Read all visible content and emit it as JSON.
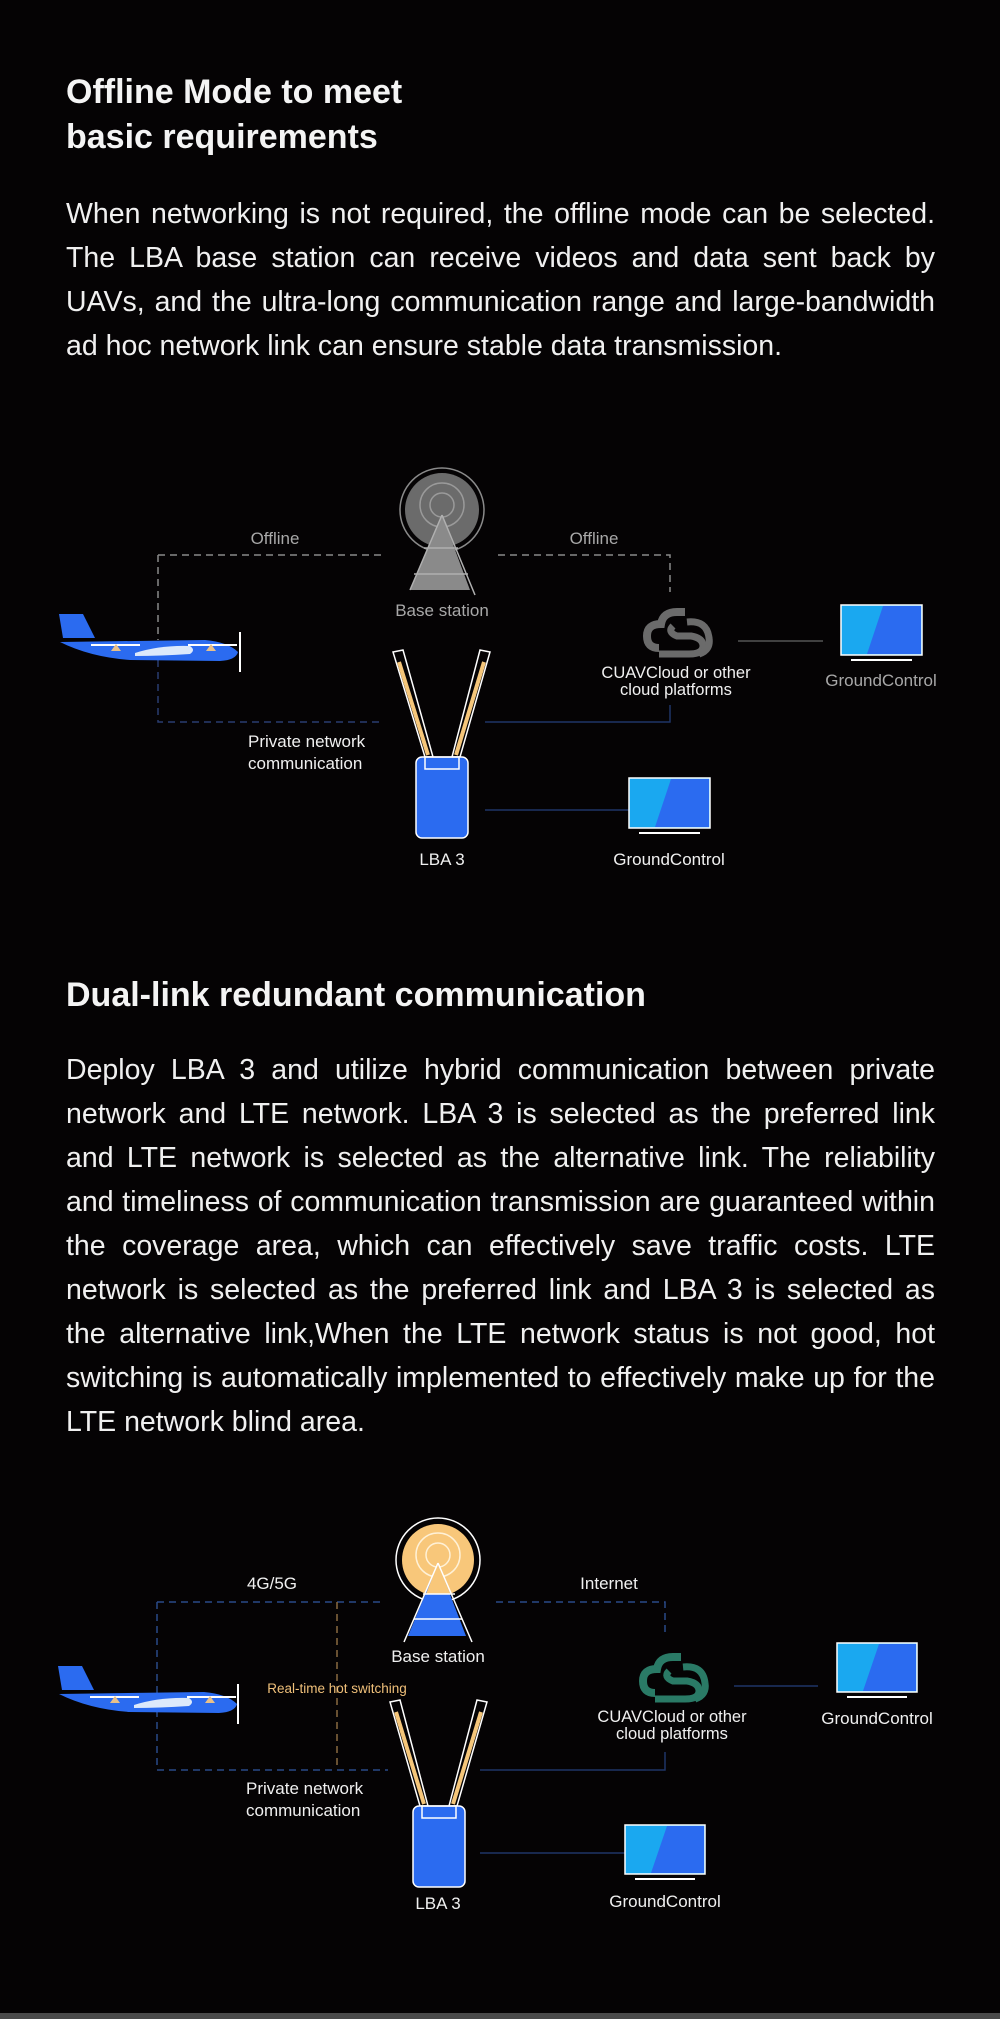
{
  "section1": {
    "title_line1": "Offline Mode to meet",
    "title_line2": "basic requirements",
    "body": "When networking is not required, the offline mode can be selected. The LBA base station can receive videos and data sent back by UAVs, and the ultra-long communication range and large-bandwidth ad hoc network link can ensure stable data transmission.",
    "diagram": {
      "link_left_label": "Offline",
      "link_right_label": "Offline",
      "base_station_label": "Base station",
      "private_network_label_line1": "Private network",
      "private_network_label_line2": "communication",
      "device_label": "LBA 3",
      "cloud_label_line1": "CUAVCloud or other",
      "cloud_label_line2": "cloud platforms",
      "gcs_right_label": "GroundControl",
      "gcs_bottom_label": "GroundControl",
      "base_station_color": "#6b6b6b",
      "cloud_color": "#6b6b6b"
    }
  },
  "section2": {
    "title": "Dual-link redundant communication",
    "body": "Deploy LBA 3 and utilize hybrid communication between private network and LTE network. LBA 3 is selected as the preferred link and LTE network is selected as the alternative link. The reliability and timeliness of communication transmission are guaranteed within the coverage area, which can effectively save traffic costs. LTE network is selected as the preferred link and LBA 3 is selected as the alternative link,When the LTE network status is not good, hot switching is automatically implemented to effectively make up for the LTE network blind area.",
    "diagram": {
      "link_left_label": "4G/5G",
      "link_right_label": "Internet",
      "hot_switch_label": "Real-time hot switching",
      "base_station_label": "Base station",
      "private_network_label_line1": "Private network",
      "private_network_label_line2": "communication",
      "device_label": "LBA 3",
      "cloud_label_line1": "CUAVCloud or other",
      "cloud_label_line2": "cloud platforms",
      "gcs_right_label": "GroundControl",
      "gcs_bottom_label": "GroundControl",
      "base_station_color": "#f8c77a",
      "cloud_color": "#2a7a66"
    }
  },
  "colors": {
    "accent_blue": "#2b6bf0",
    "screen_light": "#1aa8f0",
    "antenna": "#f5c67a",
    "line_blue": "#1e3566",
    "hot_switch": "#f0c07a"
  }
}
